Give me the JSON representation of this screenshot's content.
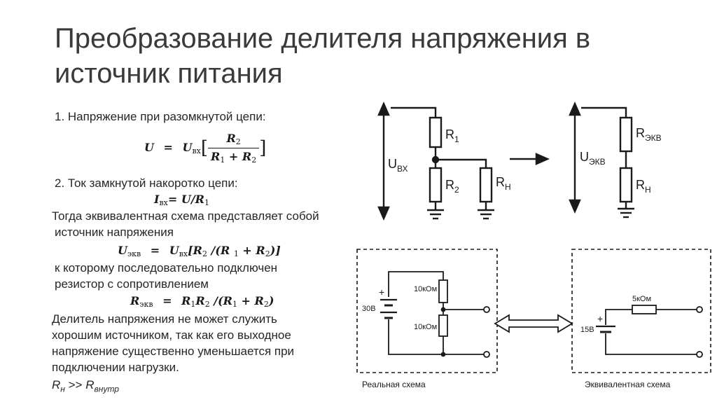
{
  "slide": {
    "title": "Преобразование делителя напряжения в источник питания"
  },
  "text": {
    "item1": "1. Напряжение при разомкнутой цепи:",
    "item2": "2. Ток замкнутой накоротко цепи:",
    "then1": "Тогда эквивалентная схема представляет собой",
    "then2": "источник напряжения",
    "conn1": "к которому последовательно подключен",
    "conn2": "резистор с сопротивлением",
    "div1": "Делитель напряжения не может служить",
    "div2": "хорошим источником, так как его выходное",
    "div3": "напряжение существенно уменьшается при",
    "div4": "подключении нагрузки.",
    "cond_R": "R",
    "cond_n": "н",
    "cond_gt": " >> ",
    "cond_R2": "R",
    "cond_vnutr": "внутр"
  },
  "formulas": {
    "f1": {
      "U": "U",
      "eq": "=",
      "Uvx": "U",
      "vx": "вх",
      "lb": "[",
      "num_R": "R",
      "num_2": "2",
      "den_R1": "R",
      "den_1": "1",
      "den_plus": "+",
      "den_R2": "R",
      "den_2": "2",
      "rb": "]"
    },
    "f2": {
      "I": "I",
      "vx": "вх",
      "rest": "= U/R",
      "one": "1"
    },
    "f3": {
      "U": "U",
      "ekv": "экв",
      "eq": "=",
      "U2": "U",
      "vx": "вх",
      "a": "[R",
      "two": "2",
      "b": " /(R ",
      "one": "1",
      "c": " + R",
      "two2": "2",
      "d": ")]"
    },
    "f4": {
      "R": "R",
      "ekv": "экв",
      "eq": "=",
      "a": "R",
      "one": "1",
      "b": "R",
      "two": "2",
      "c": " /(R",
      "one2": "1",
      "d": " + R",
      "two2": "2",
      "e": ")"
    }
  },
  "diagram_top": {
    "U_in": "U",
    "U_in_sub": "ВХ",
    "R1": "R",
    "R1_sub": "1",
    "R2": "R",
    "R2_sub": "2",
    "Rn": "R",
    "Rn_sub": "Н",
    "U_eq": "U",
    "U_eq_sub": "ЭКВ",
    "R_eq": "R",
    "R_eq_sub": "ЭКВ",
    "Rn2": "R",
    "Rn2_sub": "Н"
  },
  "diagram_bottom": {
    "plus_left": "+",
    "v30": "30В",
    "r_top": "10кОм",
    "r_bottom": "10кОм",
    "plus_right": "+",
    "v15": "15В",
    "r_eq": "5кОм",
    "caption_real": "Реальная схема",
    "caption_eq": "Эквивалентная схема"
  }
}
